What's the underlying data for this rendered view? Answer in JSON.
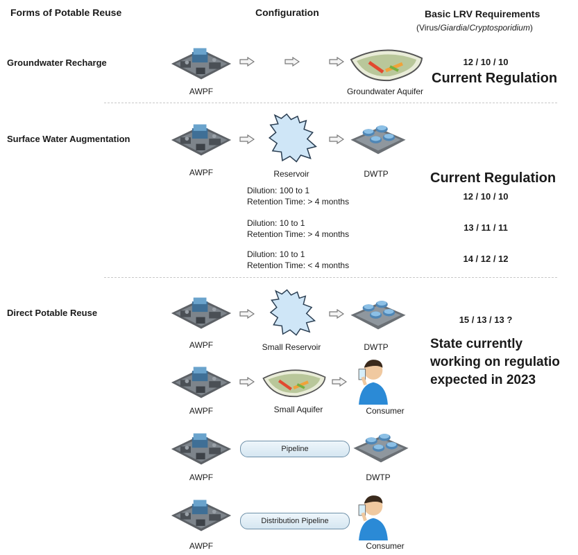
{
  "headers": {
    "forms": "Forms of Potable Reuse",
    "configuration": "Configuration",
    "lrv": "Basic LRV Requirements",
    "lrv_sub_open": "(Virus/",
    "lrv_sub_giardia": "Giardia",
    "lrv_sub_slash": "/",
    "lrv_sub_crypto": "Cryptosporidium",
    "lrv_sub_close": ")"
  },
  "groundwater": {
    "label": "Groundwater Recharge",
    "awpf": "AWPF",
    "aquifer": "Groundwater Aquifer",
    "lrv": "12 / 10 / 10",
    "regulation": "Current Regulation"
  },
  "surface": {
    "label": "Surface Water Augmentation",
    "awpf": "AWPF",
    "reservoir": "Reservoir",
    "dwtp": "DWTP",
    "regulation": "Current Regulation",
    "cases": [
      {
        "dilution": "Dilution: 100 to 1",
        "retention": "Retention Time: > 4 months",
        "lrv": "12 / 10 / 10"
      },
      {
        "dilution": "Dilution: 10 to 1",
        "retention": "Retention Time: > 4 months",
        "lrv": "13 / 11 / 11"
      },
      {
        "dilution": "Dilution: 10 to 1",
        "retention": "Retention Time: < 4 months",
        "lrv": "14 / 12 / 12"
      }
    ]
  },
  "direct": {
    "label": "Direct Potable Reuse",
    "lrv": "15 / 13 / 13 ?",
    "note_lines": [
      "State currently",
      "working on regulatio",
      "expected in 2023"
    ],
    "rows": [
      {
        "a": "AWPF",
        "b": "Small Reservoir",
        "c": "DWTP"
      },
      {
        "a": "AWPF",
        "b": "Small Aquifer",
        "c": "Consumer"
      },
      {
        "a": "AWPF",
        "pipe": "Pipeline",
        "c": "DWTP"
      },
      {
        "a": "AWPF",
        "pipe": "Distribution Pipeline",
        "c": "Consumer"
      }
    ]
  }
}
